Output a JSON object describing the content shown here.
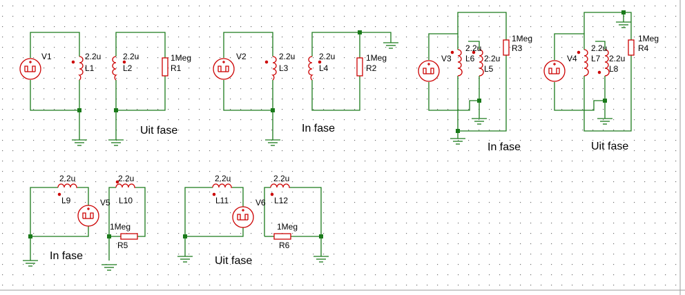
{
  "colors": {
    "wire": "#1a7a1a",
    "component": "#cc0000",
    "text": "#000000",
    "dot": "#6e6e6e",
    "border": "#9a9a9a"
  },
  "captions": {
    "c1": "Uit fase",
    "c2": "In fase",
    "c3": "In fase",
    "c4": "Uit fase",
    "c5": "In fase",
    "c6": "Uit fase"
  },
  "sources": {
    "V1": "V1",
    "V2": "V2",
    "V3": "V3",
    "V4": "V4",
    "V5": "V5",
    "V6": "V6"
  },
  "inductors": {
    "L1": "L1",
    "L2": "L2",
    "L3": "L3",
    "L4": "L4",
    "L5": "L5",
    "L6": "L6",
    "L7": "L7",
    "L8": "L8",
    "L9": "L9",
    "L10": "L10",
    "L11": "L11",
    "L12": "L12",
    "value": "2.2u"
  },
  "resistors": {
    "R1": "R1",
    "R2": "R2",
    "R3": "R3",
    "R4": "R4",
    "R5": "R5",
    "R6": "R6",
    "value": "1Meg"
  }
}
